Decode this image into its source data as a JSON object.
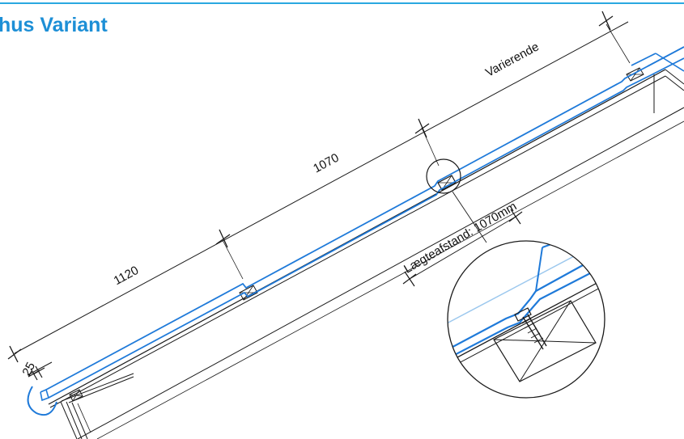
{
  "title": "hus Variant",
  "colors": {
    "accent": "#1f7ad9",
    "title": "#1d8fd6",
    "rule": "#2aa8e0",
    "line": "#1a1a1a"
  },
  "dimensions": {
    "eave_offset": "25",
    "first_span": "1120",
    "second_span": "1070",
    "last_span": "Varierende",
    "batten_spacing": "Lægteafstand: 1070mm"
  }
}
